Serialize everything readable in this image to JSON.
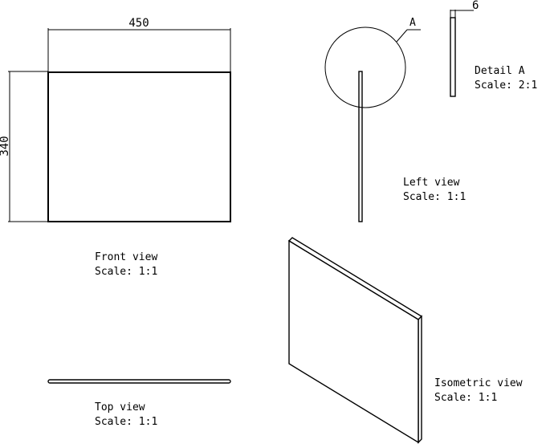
{
  "front_view": {
    "width_dimension": "450",
    "height_dimension": "340",
    "title": "Front view",
    "scale": "Scale:  1:1"
  },
  "left_view": {
    "detail_callout": "A",
    "title": "Left view",
    "scale": "Scale:  1:1"
  },
  "detail_view": {
    "thickness_dimension": "6",
    "title": "Detail A",
    "scale": "Scale:  2:1"
  },
  "top_view": {
    "title": "Top view",
    "scale": "Scale:  1:1"
  },
  "isometric_view": {
    "title": "Isometric view",
    "scale": "Scale:  1:1"
  }
}
